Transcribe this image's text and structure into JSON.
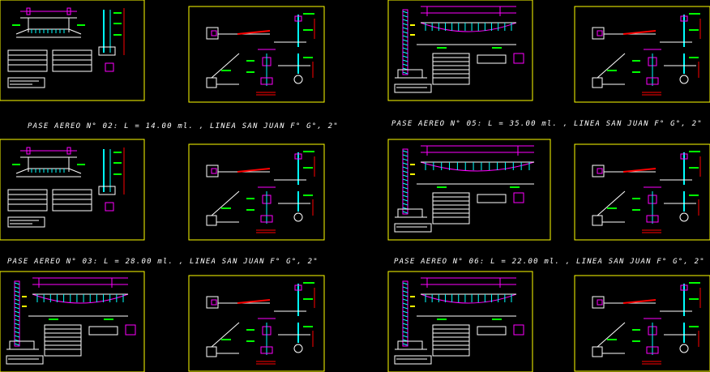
{
  "captions": [
    "PASE AEREO N° 02:  L = 14.00 ml. , LINEA SAN JUAN F° G°, 2\"",
    "PASE AEREO N° 05:  L = 35.00 ml. , LINEA SAN JUAN F° G°, 2\"",
    "PASE AEREO N° 03:  L = 28.00 ml. , LINEA SAN JUAN F° G°, 2\"",
    "PASE AEREO N° 06:  L = 22.00 ml. , LINEA SAN JUAN F° G°, 2\""
  ],
  "colors": {
    "frame": "#ffff00",
    "magenta": "#ff00ff",
    "cyan": "#00ffff",
    "green": "#00ff00",
    "red": "#ff0000",
    "white": "#ffffff",
    "blue": "#2040ff"
  }
}
